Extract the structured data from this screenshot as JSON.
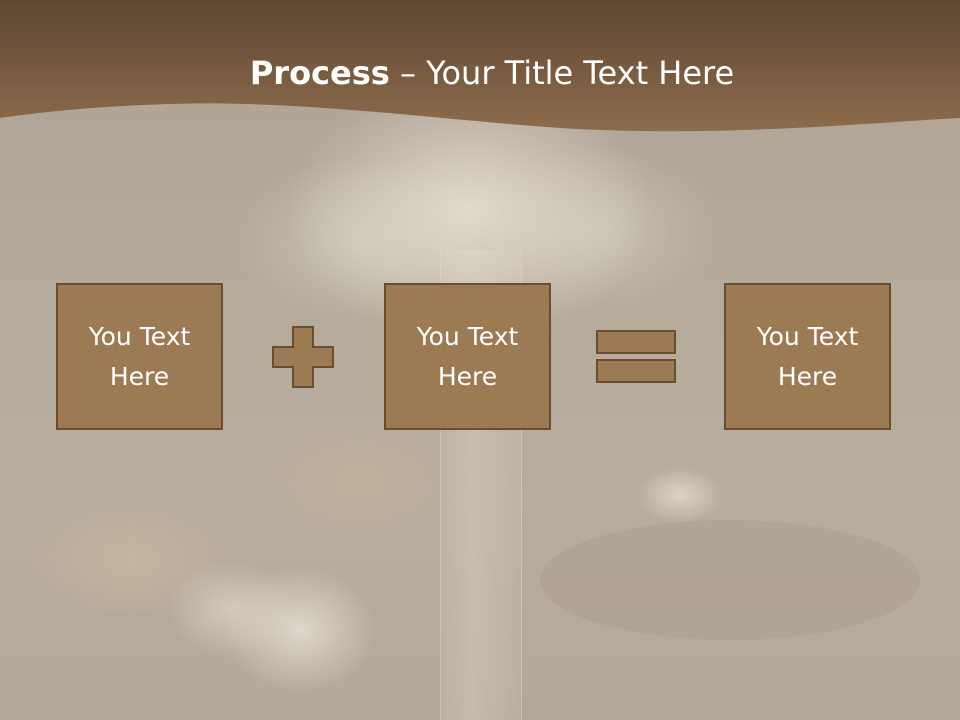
{
  "slide": {
    "title_bold": "Process",
    "title_dash": " – ",
    "title_rest": "Your Title Text Here",
    "boxes": [
      {
        "text": "You Text\nHere"
      },
      {
        "text": "You Text\nHere"
      },
      {
        "text": "You Text\nHere"
      }
    ],
    "operators": [
      "plus-icon",
      "equals-icon"
    ]
  },
  "colors": {
    "header": "#7c6048",
    "box_fill": "#9b7a54",
    "box_border": "#6b4e32",
    "title_text": "#ffffff"
  }
}
